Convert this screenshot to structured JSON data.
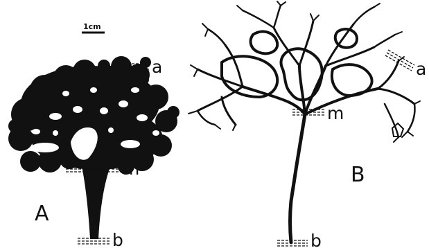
{
  "scale_bar": {
    "label": "1cm"
  },
  "specimen_a": {
    "panel_label": "A",
    "markers": {
      "apex": "a",
      "mid": "m",
      "base": "b"
    },
    "fill_color": "#111111"
  },
  "specimen_b": {
    "panel_label": "B",
    "markers": {
      "apex": "a",
      "mid": "m",
      "base": "b"
    },
    "stroke_color": "#111111"
  }
}
